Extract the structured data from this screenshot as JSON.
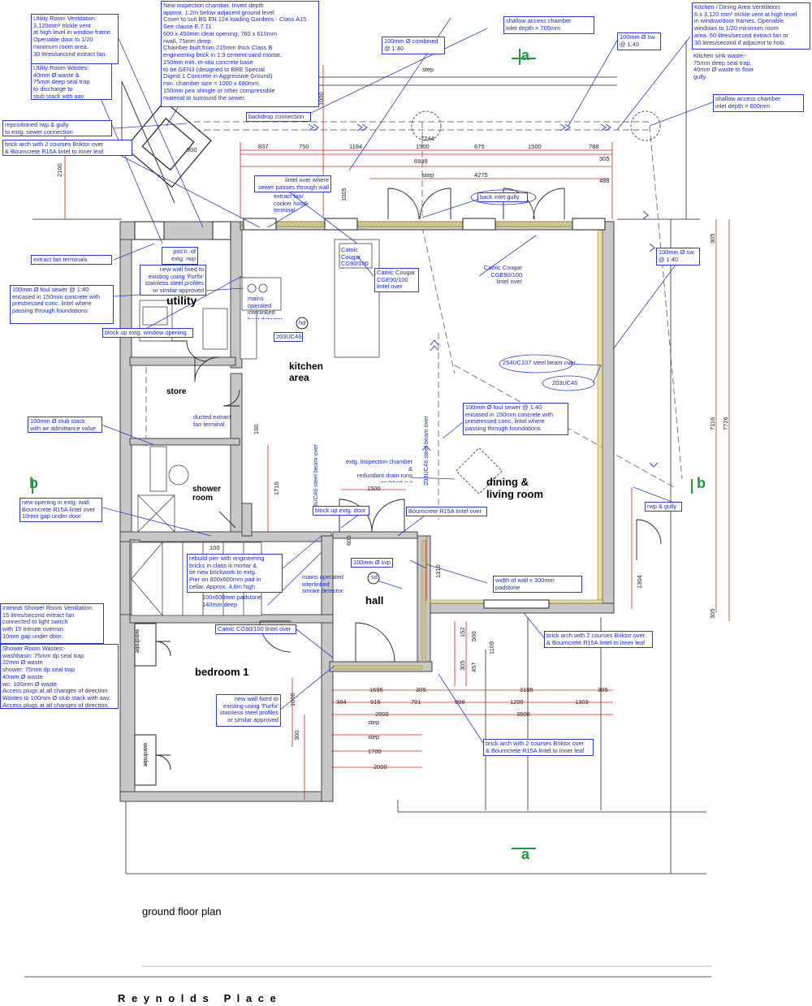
{
  "drawing": {
    "title": "ground floor plan",
    "street": "R e y n o l d s   P l a c e"
  },
  "rooms": {
    "utility": "utility",
    "kitchen": "kitchen\narea",
    "store": "store",
    "shower": "shower\nroom",
    "dining": "dining &\nliving room",
    "hall": "hall",
    "bedroom": "bedroom 1",
    "wardrobe": "wardrobe"
  },
  "section_markers": {
    "a": "a",
    "b": "b"
  },
  "notes": {
    "utility_vent": "Utility Room Ventilation:\n3,120mm² trickle vent\nat high level in window frame.\nOpenable door to 1/20\nminimum room area.\n30 litres/second extract fan.",
    "utility_wastes": "Utility Room Wastes:\n40mm Ø waste &\n75mm deep seal trap\nto discharge to\nstub stack with aav",
    "inspection_chamber": "New inspection chamber. Invert depth\napprox. 1.2m below adjacent ground level.\nCover to suit BS EN 124 loading Gardens - Class A15\nSee clause E.7.11\n600 x 450mm clear opening, 760 x 610mm\nrwall, 75mm deep\nChamber built from 215mm thick Class B\nengineering brick in 1:3 cement:sand mortar.\n150mm min. in-situ concrete base\nto be GEN3 (designed to BRE Special\nDigest 1 Concrete in Aggressive Ground)\nmin. chamber size = 1000 x 680mm.\n150mm pea shingle or other compressible\nmaterial to surround the sewer.",
    "combined": "100mm Ø combined\n@ 1:40",
    "shallow1": "shallow access chamber\ninlet depth = 705mm",
    "sw1": "100mm Ø sw\n@ 1:40",
    "kitchen_vent": "Kitchen / Dining Area Ventilation:\n6 x 3,120 mm² trickle vent at high level\nin window/door frames. Openable\nwindows to 1/20 minimum room\narea. 60 litres/second extract fan or\n30 litres/second if adjacent to hob.",
    "kitchen_sink": "Kitchen sink waste:-\n75mm deep seal trap,\n40mm Ø waste to floor\ngully",
    "shallow2": "shallow access chamber\ninlet depth = 600mm",
    "rwp_reposition": "repositioned rwp & gully\nto extg. sewer connection",
    "backdrop": "backdrop connection",
    "brick_arch_top": "brick arch with 2 courses Briktor over\n& Bourncrete R15A lintel to inner leaf",
    "lintel_sewer": "lintel over where\nsewer passes through wall",
    "extract_cooker": "extract fan/\ncooker hood\nterminal",
    "back_inlet": "back inlet gully",
    "extract_terminals": "extract fan terminals",
    "pos_rwp": "pos'n. of\nextg. rwp",
    "new_wall_fixed": "new wall fixed to\nexisting using 'Furfix'\nstainless steel profiles\nor similar approved",
    "catnic_cg90": "Catnic Cougar\nCG90/100\nlintel over",
    "catnic_cge90": "Catnic Cougar\nCGE90/100\nlintel over",
    "catnic_right": "Catnic Cougar\nCGE90/100\nlintel over",
    "foul_sewer_left": "100mm Ø foul sewer @ 1:40\nencased in 150mm concrete with\nprestressed conc. lintel where\npassing through foundations",
    "heat_detector": "mains operated\ninterlinked\nheat detector",
    "hd": "hd",
    "block_up_window": "block up extg. window opening",
    "uc46_a": "203UC46",
    "beam_254": "254UC107 steel beam over",
    "uc46_b": "203UC46",
    "sw2": "100mm Ø sw\n@ 1:40",
    "stub_stack": "100mm Ø stub stack\nwith air admittance valve",
    "ducted_extract": "ducted extract\nfan terminal",
    "foul_sewer_right": "100mm Ø foul sewer @ 1:40\nencased in 150mm concrete with\nprestressed conc. lintel where\npassing through foundations",
    "extg_inspection": "extg. inspection chamber &\nredundant drain runs\ngrubbed out",
    "beam_v1": "203UC46 steel beam over",
    "beam_v2": "203UC46 steel beam over",
    "new_opening": "new opening in extg. wall\nBourncrete R15A lintel over\n10mm gap under door",
    "block_up_door": "block up extg. door",
    "bourncrete": "Bourncrete R15A lintel over",
    "rwp_gully": "rwp & gully",
    "svp": "100mm Ø svp",
    "rebuild_pier": "rebuild pier with engineering\nbricks in class iii mortar &\ntie new brickwork to extg.\nPier on 800x600mm pad in\ncellar. Approx. 4.6m high",
    "padstone_100": "100x600mm padstone\n140mm deep",
    "smoke": "mains operated\ninterlinked\nsmoke detector",
    "sd": "sd",
    "padstone_width": "width of wall x 300mm padstone\n140mm deep",
    "shower_vent": "Internal Shower Room Ventilation:\n15 litres/second extract fan\nconnected to light switch\nwith 15 minute overrun.\n10mm gap under door.",
    "shower_wastes": "Shower Room Wastes:-\nwashbasin: 75mm dp seal trap\n32mm Ø waste\nshower: 75mm dp seal trap\n40mm Ø waste\nwc: 100mm Ø waste\nAccess plugs at all changes of direction\nWastes to 100mm Ø stub stack with aav.\nAccess plugs at all changes of direction.",
    "catnic_cg90_hall": "Catnic CG90/100 lintel over",
    "brick_arch_right": "brick arch with 2 courses Briktor over\n& Bourncrete R15A lintel to inner leaf",
    "new_wall_fixed2": "new wall fixed to\nexisting using 'Furfix'\nstainless steel profiles\nor similar approved",
    "brick_arch_bottom": "brick arch with 2 courses Briktor over\n& Bourncrete R15A lintel to inner leaf",
    "step": "step"
  },
  "dimensions": {
    "top_row": [
      "837",
      "750",
      "1194",
      "1500",
      "675",
      "1500",
      "788"
    ],
    "d7244": "7244",
    "d6939": "6939",
    "d4275": "4275",
    "d305": "305",
    "d488": "488",
    "d1000": "1000",
    "d1005": "1005",
    "d2100": "2100",
    "d900": "900",
    "d7116": "7116",
    "d7726": "7726",
    "d1304": "1304",
    "d1716": "1716",
    "d100": "100",
    "d1500": "1500",
    "d600": "600",
    "d1310": "1310",
    "d152": "152",
    "d500": "500",
    "d1109": "1109",
    "d457": "457",
    "bottom_row1": [
      "1695",
      "305",
      "3195",
      "305"
    ],
    "bottom_row2": [
      "384",
      "915",
      "701",
      "998",
      "1200",
      "1303"
    ],
    "d2000": "2000",
    "d3500": "3500",
    "d1700": "1700",
    "d2000b": "2000",
    "d1000v": "1000",
    "d300": "300"
  },
  "colors": {
    "wall_fill": "#c8c8c8",
    "note_blue": "#1a2bc4",
    "dim_red": "#e02020",
    "section_green": "#1f9a3a",
    "insulation": "#d8c66a"
  }
}
